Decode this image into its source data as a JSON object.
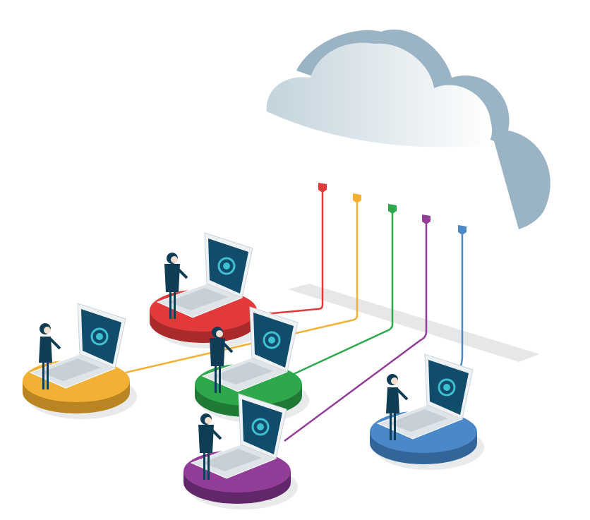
{
  "illustration": {
    "cloud": {
      "back_color": "#9bb4c5",
      "front_light": "#ffffff",
      "front_dark": "#c3d3dc"
    },
    "floor_shadow_color": "#e6e7e8",
    "stations": [
      {
        "name": "red",
        "color": "#e23a3a",
        "dark": "#a92a2a",
        "person": "man"
      },
      {
        "name": "yellow",
        "color": "#f2b134",
        "dark": "#b98421",
        "person": "woman"
      },
      {
        "name": "green",
        "color": "#2ea84a",
        "dark": "#1f7a35",
        "person": "man"
      },
      {
        "name": "purple",
        "color": "#923d97",
        "dark": "#62276a",
        "person": "man"
      },
      {
        "name": "blue",
        "color": "#4a88c8",
        "dark": "#33659a",
        "person": "woman"
      }
    ],
    "laptop_screen_color": "#114d6b",
    "laptop_logo_color": "#3fc0d0",
    "person_color": "#0f3d55"
  }
}
